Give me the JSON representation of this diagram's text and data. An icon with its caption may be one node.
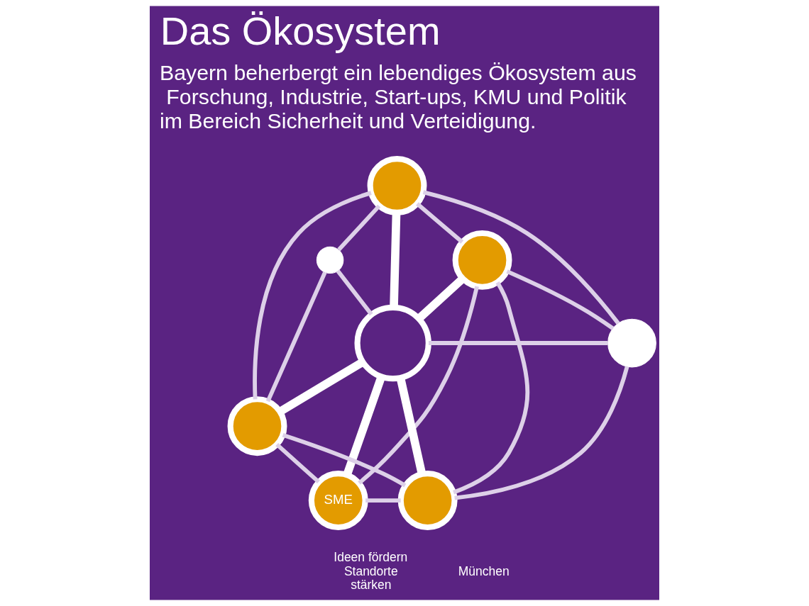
{
  "diagram": {
    "title": "Das Ökosystem",
    "nodes": [
      {
        "text": [],
        "shape": "circle"
      },
      {
        "text": [],
        "shape": "circle"
      },
      {
        "text": [],
        "shape": "circle"
      },
      {
        "text": [],
        "shape": "circle"
      },
      {
        "text": [],
        "shape": "circle"
      },
      {
        "text": [],
        "shape": "circle"
      },
      {
        "text": [],
        "shape": "circle"
      },
      {
        "text": [
          "SME"
        ]
      }
    ],
    "edges": [
      {
        "from": 0,
        "to": 3,
        "arrow": "none",
        "style": "thick",
        "color": "#ffffff"
      },
      {
        "from": 3,
        "to": 1,
        "arrow": "none",
        "style": "thick",
        "color": "#ffffff"
      },
      {
        "from": 3,
        "to": 5,
        "arrow": "none",
        "style": "thick",
        "color": "#ffffff"
      },
      {
        "from": 3,
        "to": 7,
        "arrow": "none",
        "style": "thick",
        "color": "#ffffff"
      },
      {
        "from": 3,
        "to": 6,
        "arrow": "none",
        "style": "thick",
        "color": "#ffffff"
      },
      {
        "from": 2,
        "to": 0,
        "arrow": "none"
      },
      {
        "from": 2,
        "to": 3,
        "arrow": "none"
      },
      {
        "from": 2,
        "to": 5,
        "arrow": "none"
      },
      {
        "from": 0,
        "to": 5,
        "arrow": "none"
      },
      {
        "from": 0,
        "to": 1,
        "arrow": "none"
      },
      {
        "from": 0,
        "to": 4,
        "arrow": "none"
      },
      {
        "from": 3,
        "to": 4,
        "arrow": "none"
      },
      {
        "from": 1,
        "to": 4,
        "arrow": "none"
      },
      {
        "from": 1,
        "to": 7,
        "arrow": "none"
      },
      {
        "from": 1,
        "to": 6,
        "arrow": "none"
      },
      {
        "from": 4,
        "to": 6,
        "arrow": "none"
      },
      {
        "from": 5,
        "to": 6,
        "arrow": "none"
      },
      {
        "from": 5,
        "to": 7,
        "arrow": "none"
      },
      {
        "from": 7,
        "to": 6,
        "arrow": "none"
      }
    ],
    "labels": [
      "Bayern beherbergt ein lebendiges Ökosystem aus Forschung, Industrie, Start-ups, KMU und Politik im Bereich Sicherheit und Verteidigung.",
      "Ideen fördern Standorte stärken",
      "München"
    ]
  }
}
